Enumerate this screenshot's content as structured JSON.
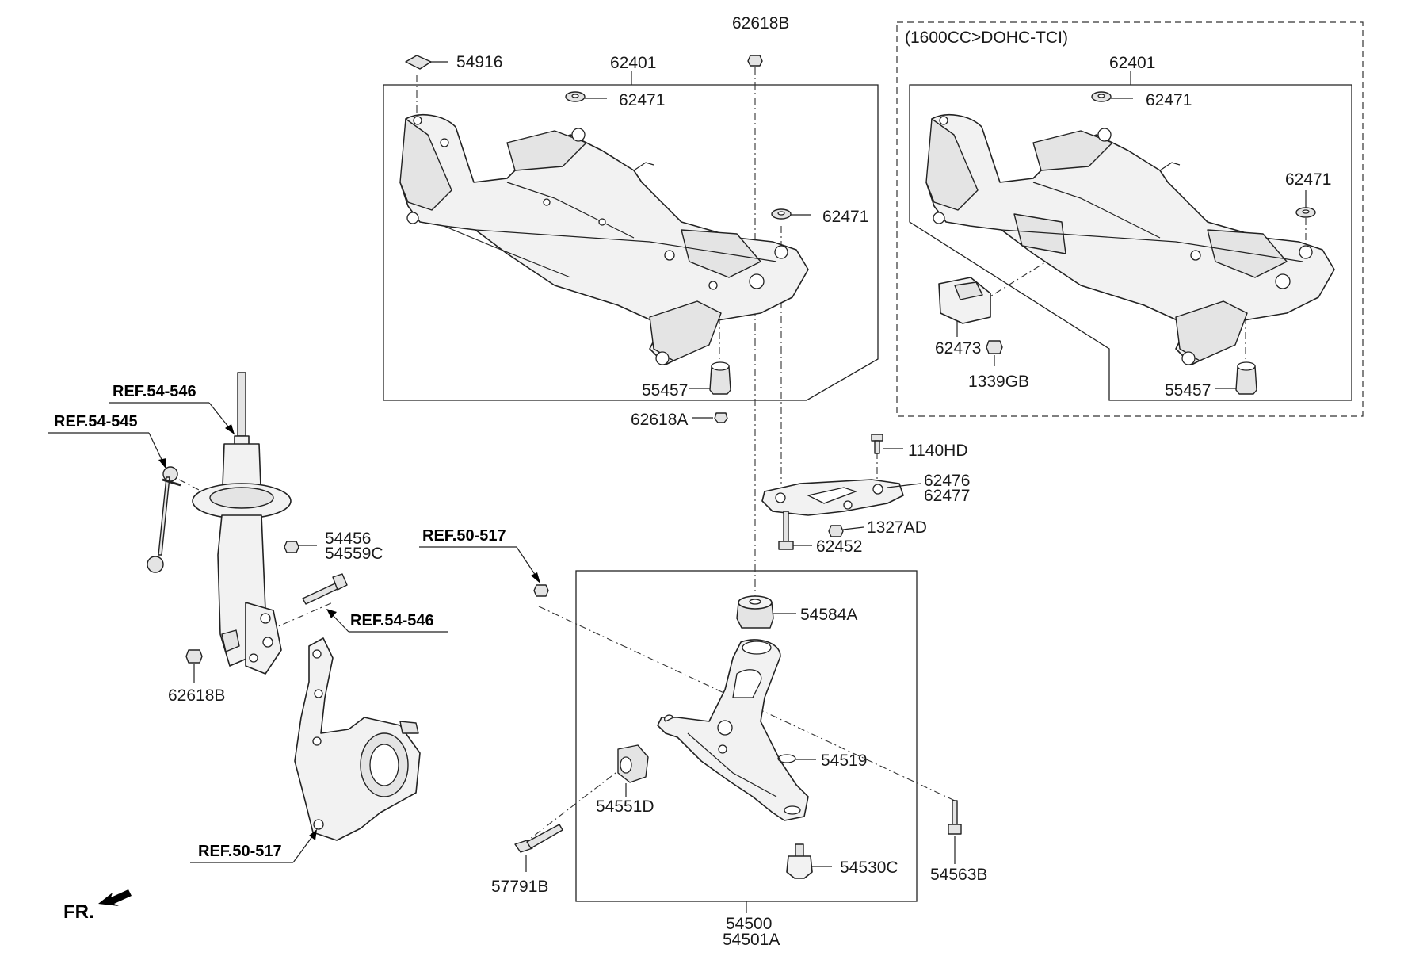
{
  "labels": {
    "p62618B_top": "62618B",
    "variant": "(1600CC>DOHC-TCI)",
    "p54916": "54916",
    "p62401_a": "62401",
    "p62471_a": "62471",
    "p62471_b": "62471",
    "p55457_a": "55457",
    "p62618A": "62618A",
    "p62401_b": "62401",
    "p62471_c": "62471",
    "p62471_d": "62471",
    "p62473": "62473",
    "p1339GB": "1339GB",
    "p55457_b": "55457",
    "p1140HD": "1140HD",
    "p62476": "62476",
    "p62477": "62477",
    "p1327AD": "1327AD",
    "p62452": "62452",
    "p54456": "54456",
    "p54559C": "54559C",
    "p62618B_left": "62618B",
    "p54584A": "54584A",
    "p54519": "54519",
    "p54551D": "54551D",
    "p54530C": "54530C",
    "p57791B": "57791B",
    "p54563B": "54563B",
    "p54500": "54500",
    "p54501A": "54501A"
  },
  "refs": {
    "ref_54_546_a": "REF.54-546",
    "ref_54_545": "REF.54-545",
    "ref_54_546_b": "REF.54-546",
    "ref_50_517_a": "REF.50-517",
    "ref_50_517_b": "REF.50-517"
  },
  "direction": "FR."
}
